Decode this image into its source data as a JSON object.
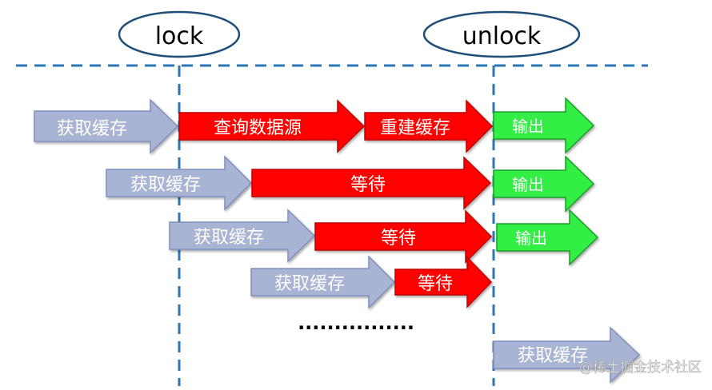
{
  "labels": {
    "lock": "lock",
    "unlock": "unlock",
    "get_cache": "获取缓存",
    "query_source": "查询数据源",
    "rebuild_cache": "重建缓存",
    "wait": "等待",
    "output": "输出",
    "ellipsis": "................"
  },
  "watermark": "@稀土掘金技术社区",
  "colors": {
    "ellipse_stroke": "#1f4e79",
    "dash_line": "#2e75b6",
    "gray_fill": "#a9b4d4",
    "gray_stroke": "#7f8fbf",
    "red_fill": "#ff0000",
    "red_stroke": "#c00000",
    "green_fill": "#33ee44",
    "green_stroke": "#1a9d2a",
    "text_light": "#ffffff"
  },
  "icons": {}
}
